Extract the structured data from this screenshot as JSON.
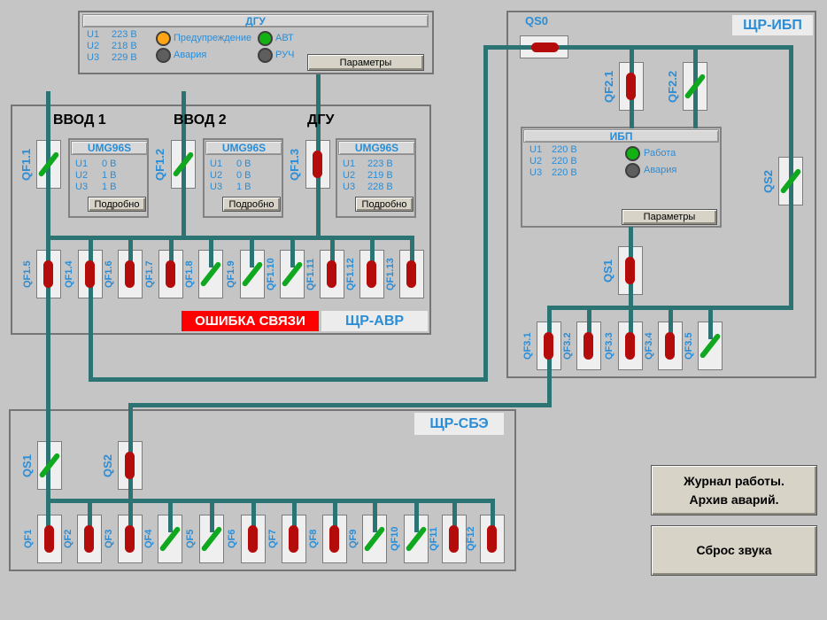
{
  "colors": {
    "background": "#c5c5c5",
    "wire_teal": "#2c7373",
    "label_blue": "#2b8dd6",
    "breaker_closed_red": "#b40b0b",
    "breaker_open_green": "#0fa81f",
    "error_bg_red": "#ff0000",
    "led_orange": "#ffa414",
    "led_green": "#12b212",
    "led_gray": "#5e5e5e"
  },
  "dgu": {
    "title": "ДГУ",
    "rows": [
      {
        "n": "U1",
        "v": "223 В"
      },
      {
        "n": "U2",
        "v": "218 В"
      },
      {
        "n": "U3",
        "v": "229 В"
      }
    ],
    "leds": [
      {
        "label": "Предупреждение",
        "color": "orange"
      },
      {
        "label": "Авария",
        "color": "gray"
      },
      {
        "label": "АВТ",
        "color": "green"
      },
      {
        "label": "РУЧ",
        "color": "gray"
      }
    ],
    "params_button": "Параметры"
  },
  "avr": {
    "title": "ЩР-АВР",
    "comm_error": "ОШИБКА СВЯЗИ",
    "feeders": [
      {
        "label": "ВВОД 1",
        "breaker": "QF1.1",
        "state": "open",
        "meter": {
          "title": "UMG96S",
          "rows": [
            {
              "n": "U1",
              "v": "0 В"
            },
            {
              "n": "U2",
              "v": "1 В"
            },
            {
              "n": "U3",
              "v": "1 В"
            }
          ],
          "button": "Подробно"
        }
      },
      {
        "label": "ВВОД 2",
        "breaker": "QF1.2",
        "state": "open",
        "meter": {
          "title": "UMG96S",
          "rows": [
            {
              "n": "U1",
              "v": "0 В"
            },
            {
              "n": "U2",
              "v": "0 В"
            },
            {
              "n": "U3",
              "v": "1 В"
            }
          ],
          "button": "Подробно"
        }
      },
      {
        "label": "ДГУ",
        "breaker": "QF1.3",
        "state": "closed",
        "meter": {
          "title": "UMG96S",
          "rows": [
            {
              "n": "U1",
              "v": "223 В"
            },
            {
              "n": "U2",
              "v": "219 В"
            },
            {
              "n": "U3",
              "v": "228 В"
            }
          ],
          "button": "Подробно"
        }
      }
    ],
    "row": [
      {
        "label": "QF1.5",
        "state": "closed"
      },
      {
        "label": "QF1.4",
        "state": "closed"
      },
      {
        "label": "QF1.6",
        "state": "closed"
      },
      {
        "label": "QF1.7",
        "state": "closed"
      },
      {
        "label": "QF1.8",
        "state": "open"
      },
      {
        "label": "QF1.9",
        "state": "open"
      },
      {
        "label": "QF1.10",
        "state": "open"
      },
      {
        "label": "QF1.11",
        "state": "closed"
      },
      {
        "label": "QF1.12",
        "state": "closed"
      },
      {
        "label": "QF1.13",
        "state": "closed"
      }
    ]
  },
  "ibp": {
    "title": "ЩР-ИБП",
    "qs0": {
      "label": "QS0",
      "state": "closed"
    },
    "qf21": {
      "label": "QF2.1",
      "state": "closed"
    },
    "qf22": {
      "label": "QF2.2",
      "state": "open"
    },
    "ups": {
      "title": "ИБП",
      "rows": [
        {
          "n": "U1",
          "v": "220 В"
        },
        {
          "n": "U2",
          "v": "220 В"
        },
        {
          "n": "U3",
          "v": "220 В"
        }
      ],
      "leds": [
        {
          "label": "Работа",
          "color": "green"
        },
        {
          "label": "Авария",
          "color": "gray"
        }
      ],
      "params_button": "Параметры"
    },
    "qs1": {
      "label": "QS1",
      "state": "closed"
    },
    "qs2": {
      "label": "QS2",
      "state": "open"
    },
    "row": [
      {
        "label": "QF3.1",
        "state": "closed"
      },
      {
        "label": "QF3.2",
        "state": "closed"
      },
      {
        "label": "QF3.3",
        "state": "closed"
      },
      {
        "label": "QF3.4",
        "state": "closed"
      },
      {
        "label": "QF3.5",
        "state": "open"
      }
    ]
  },
  "sbe": {
    "title": "ЩР-СБЭ",
    "qs1": {
      "label": "QS1",
      "state": "open"
    },
    "qs2": {
      "label": "QS2",
      "state": "closed"
    },
    "row": [
      {
        "label": "QF1",
        "state": "closed"
      },
      {
        "label": "QF2",
        "state": "closed"
      },
      {
        "label": "QF3",
        "state": "closed"
      },
      {
        "label": "QF4",
        "state": "open"
      },
      {
        "label": "QF5",
        "state": "open"
      },
      {
        "label": "QF6",
        "state": "closed"
      },
      {
        "label": "QF7",
        "state": "closed"
      },
      {
        "label": "QF8",
        "state": "closed"
      },
      {
        "label": "QF9",
        "state": "open"
      },
      {
        "label": "QF10",
        "state": "open"
      },
      {
        "label": "QF11",
        "state": "closed"
      },
      {
        "label": "QF12",
        "state": "closed"
      }
    ]
  },
  "actions": {
    "journal_line1": "Журнал работы.",
    "journal_line2": "Архив аварий.",
    "sound_reset": "Сброс звука"
  }
}
